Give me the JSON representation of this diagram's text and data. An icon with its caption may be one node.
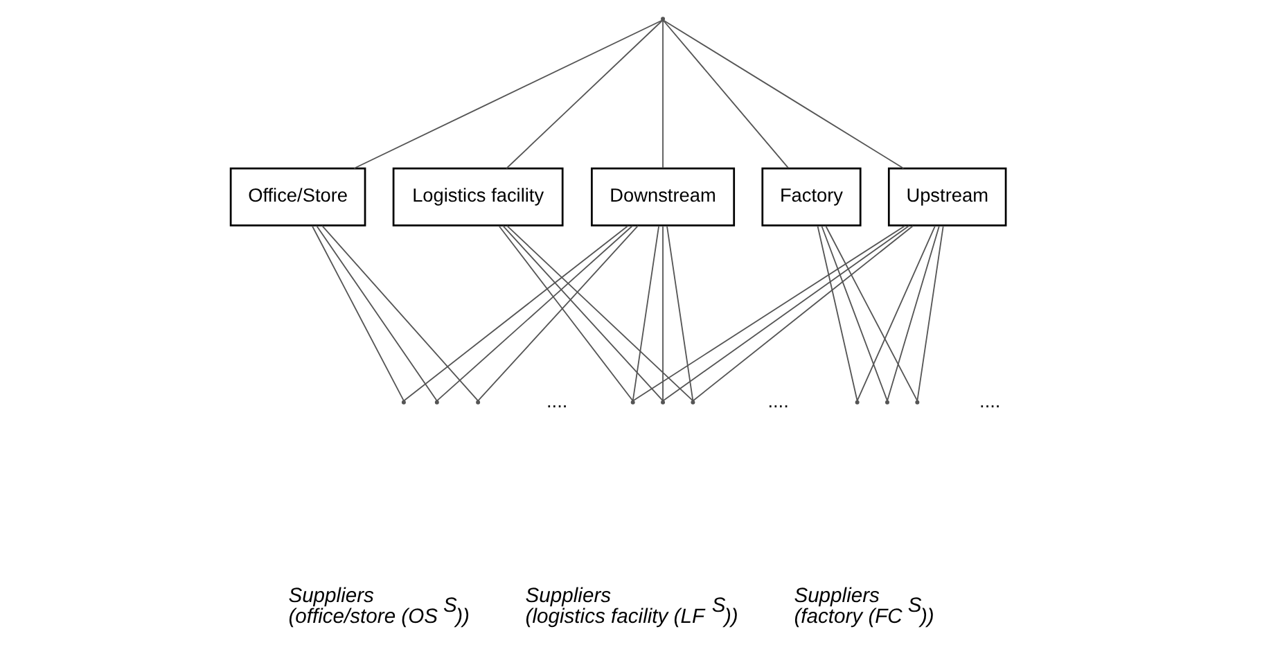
{
  "diagram": {
    "nodes": [
      {
        "text": [],
        "shape": "point"
      },
      {
        "text": [
          "Office/Store"
        ]
      },
      {
        "text": [
          "Logistics facility"
        ]
      },
      {
        "text": [
          "Downstream"
        ]
      },
      {
        "text": [
          "Factory"
        ]
      },
      {
        "text": [
          "Upstream"
        ]
      },
      {
        "text": [],
        "shape": "point"
      },
      {
        "text": [],
        "shape": "point"
      },
      {
        "text": [],
        "shape": "point"
      },
      {
        "text": [],
        "shape": "point"
      },
      {
        "text": [],
        "shape": "point"
      },
      {
        "text": [],
        "shape": "point"
      },
      {
        "text": [],
        "shape": "point"
      },
      {
        "text": [],
        "shape": "point"
      },
      {
        "text": [],
        "shape": "point"
      }
    ],
    "edges": [
      {
        "from": 0,
        "to": 1,
        "arrow": "none"
      },
      {
        "from": 0,
        "to": 2,
        "arrow": "none"
      },
      {
        "from": 0,
        "to": 3,
        "arrow": "none"
      },
      {
        "from": 0,
        "to": 4,
        "arrow": "none"
      },
      {
        "from": 0,
        "to": 5,
        "arrow": "none"
      },
      {
        "from": 1,
        "to": 6,
        "arrow": "none"
      },
      {
        "from": 1,
        "to": 7,
        "arrow": "none"
      },
      {
        "from": 1,
        "to": 8,
        "arrow": "none"
      },
      {
        "from": 3,
        "to": 6,
        "arrow": "none"
      },
      {
        "from": 3,
        "to": 7,
        "arrow": "none"
      },
      {
        "from": 3,
        "to": 8,
        "arrow": "none"
      },
      {
        "from": 2,
        "to": 9,
        "arrow": "none"
      },
      {
        "from": 2,
        "to": 10,
        "arrow": "none"
      },
      {
        "from": 2,
        "to": 11,
        "arrow": "none"
      },
      {
        "from": 3,
        "to": 9,
        "arrow": "none"
      },
      {
        "from": 3,
        "to": 10,
        "arrow": "none"
      },
      {
        "from": 3,
        "to": 11,
        "arrow": "none"
      },
      {
        "from": 5,
        "to": 9,
        "arrow": "none"
      },
      {
        "from": 5,
        "to": 10,
        "arrow": "none"
      },
      {
        "from": 5,
        "to": 11,
        "arrow": "none"
      },
      {
        "from": 4,
        "to": 12,
        "arrow": "none"
      },
      {
        "from": 4,
        "to": 13,
        "arrow": "none"
      },
      {
        "from": 4,
        "to": 14,
        "arrow": "none"
      },
      {
        "from": 5,
        "to": 12,
        "arrow": "none"
      },
      {
        "from": 5,
        "to": 13,
        "arrow": "none"
      },
      {
        "from": 5,
        "to": 14,
        "arrow": "none"
      }
    ],
    "labels": [
      "....",
      "....",
      "....",
      "Suppliers (office/store (OS$^{S}$))",
      "Suppliers (logistics facility (LF$^{S}$))",
      "Suppliers (factory (FC$^{S}$))"
    ]
  }
}
